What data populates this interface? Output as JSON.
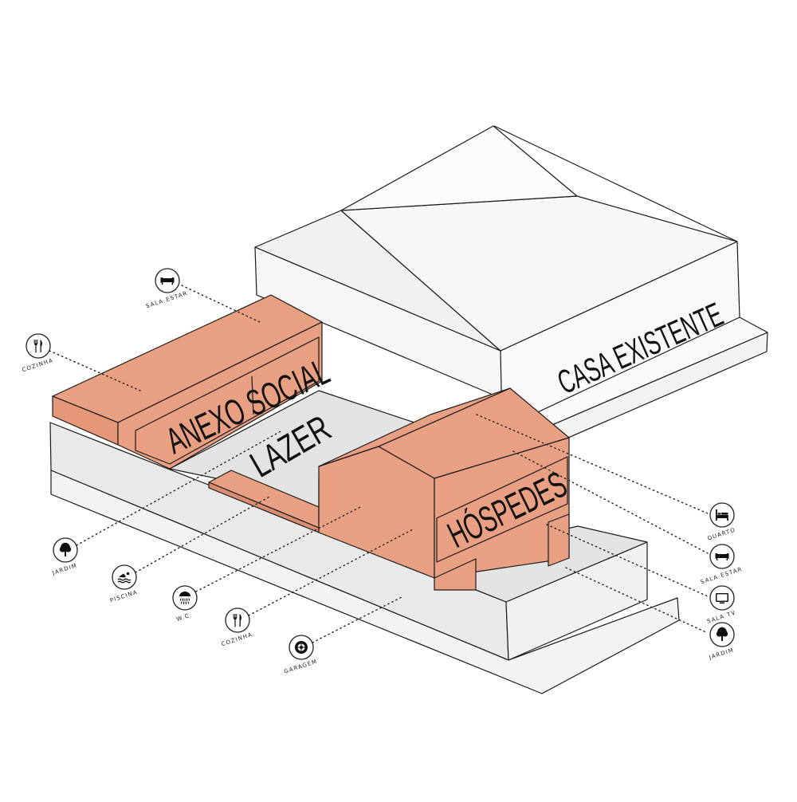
{
  "blocks": {
    "existing_house": "CASA EXISTENTE",
    "social_annex": "ANEXO SOCIAL",
    "leisure": "LAZER",
    "guests": "HÓSPEDES"
  },
  "left_callouts": [
    {
      "icon": "sofa-icon",
      "label": "SALA ESTAR"
    },
    {
      "icon": "fork-knife-icon",
      "label": "COZINHA"
    },
    {
      "icon": "tree-icon",
      "label": "JARDIM"
    },
    {
      "icon": "swimmer-icon",
      "label": "PISCINA"
    },
    {
      "icon": "shower-icon",
      "label": "W.C."
    },
    {
      "icon": "fork-knife-icon",
      "label": "COZINHA"
    },
    {
      "icon": "tire-icon",
      "label": "GARAGEM"
    }
  ],
  "right_callouts": [
    {
      "icon": "bed-icon",
      "label": "QUARTO"
    },
    {
      "icon": "sofa-icon",
      "label": "SALA ESTAR"
    },
    {
      "icon": "tv-icon",
      "label": "SALA TV"
    },
    {
      "icon": "tree-icon",
      "label": "JARDIM"
    }
  ],
  "colors": {
    "annex": "#e99f82",
    "existing_top": "#f4f4f4",
    "existing_side": "#f7f7f7",
    "plinth": "#e6e6e6",
    "courtyard": "#e3e3e3"
  }
}
